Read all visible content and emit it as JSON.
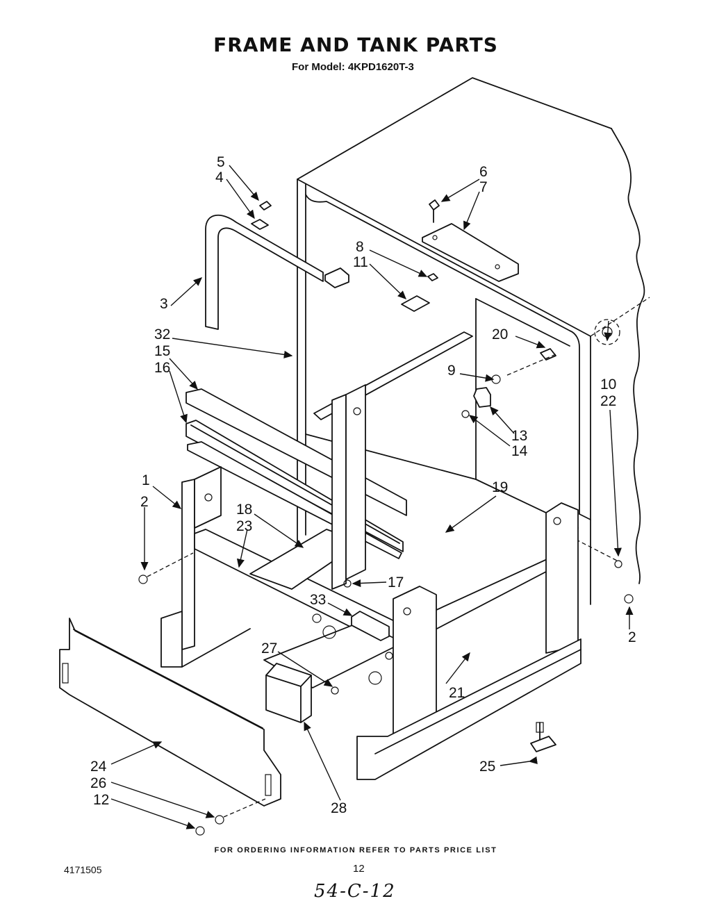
{
  "header": {
    "title": "FRAME AND TANK PARTS",
    "subtitle": "For Model: 4KPD1620T-3"
  },
  "callouts": [
    "1",
    "2",
    "2",
    "3",
    "4",
    "5",
    "6",
    "7",
    "8",
    "9",
    "10",
    "11",
    "12",
    "13",
    "14",
    "15",
    "16",
    "17",
    "18",
    "19",
    "20",
    "21",
    "22",
    "23",
    "24",
    "25",
    "26",
    "27",
    "28",
    "32",
    "33"
  ],
  "footer": {
    "ordering_note": "FOR ORDERING INFORMATION REFER TO PARTS PRICE LIST",
    "document_number": "4171505",
    "page_number": "12",
    "handwritten_note": "54-C-12"
  }
}
